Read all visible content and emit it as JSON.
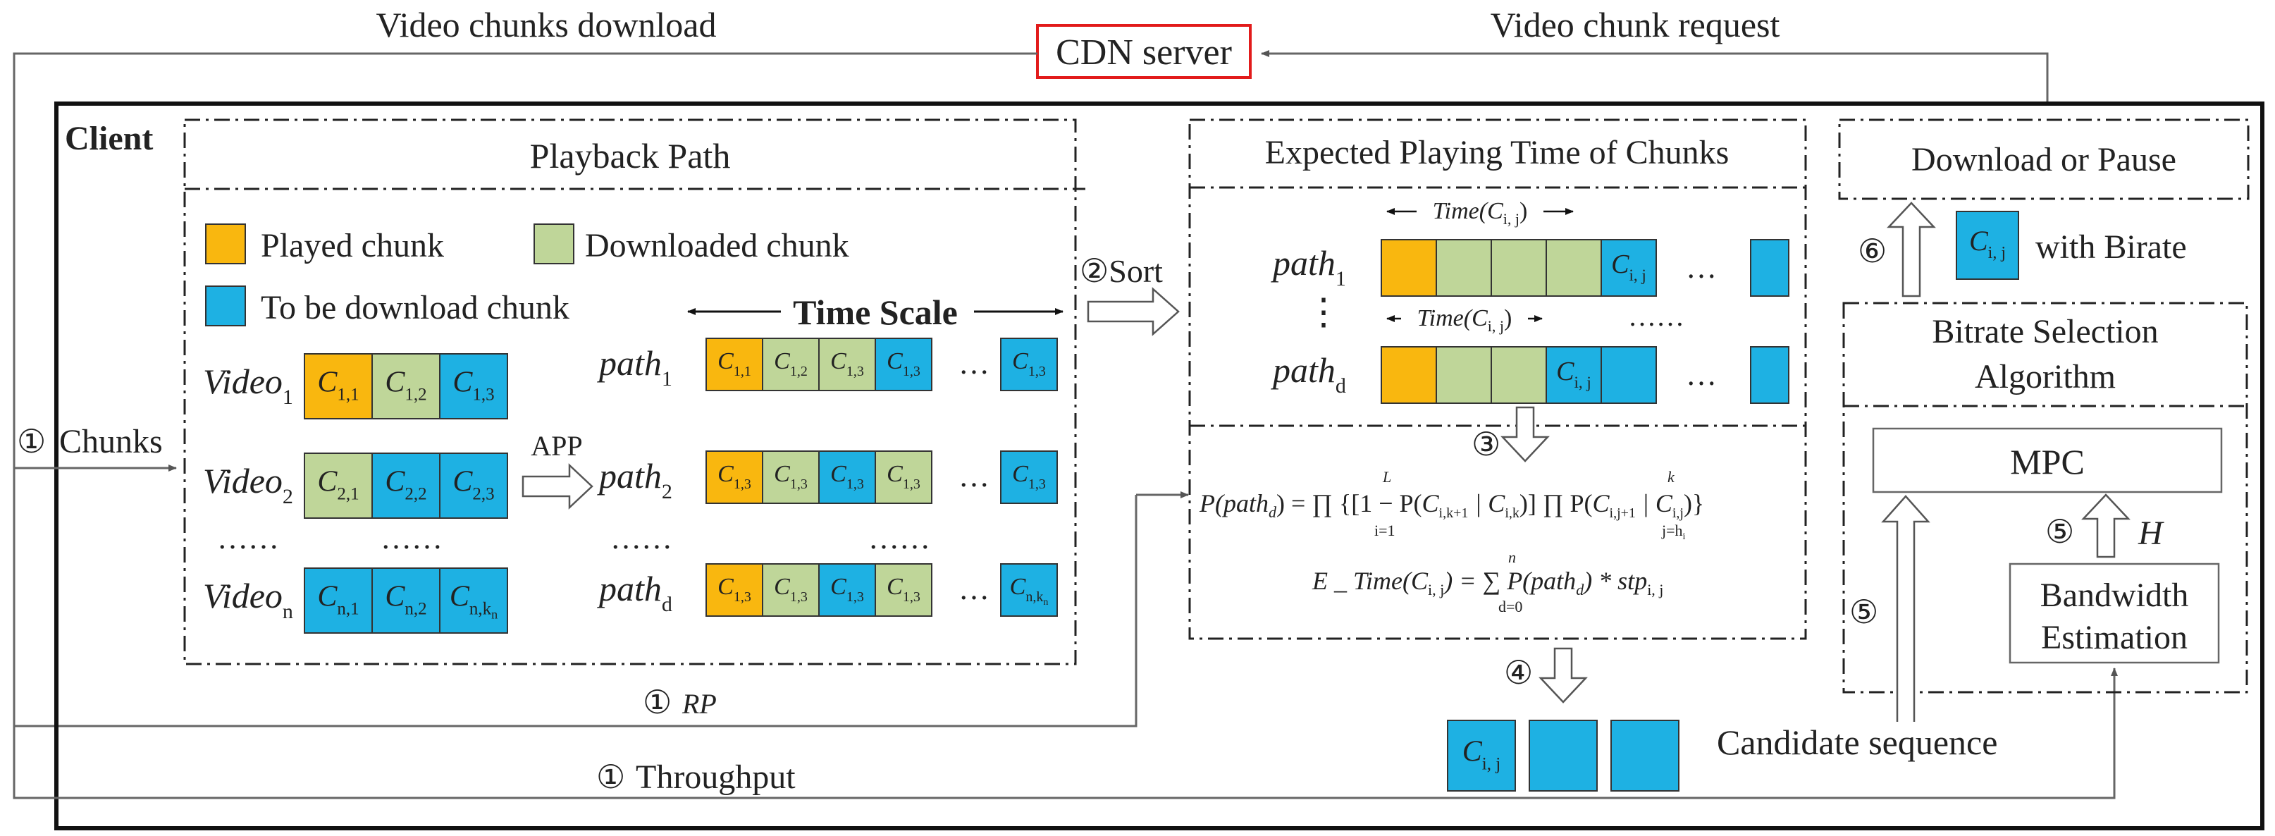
{
  "colors": {
    "played": "#F9B70F",
    "downloaded": "#BFD699",
    "to_download": "#1EB1E3",
    "cdn_border": "#E21B1B",
    "line": "#555555",
    "frame": "#111111"
  },
  "top": {
    "cdn_label": "CDN server",
    "download_label": "Video chunks download",
    "request_label": "Video chunk request"
  },
  "client": {
    "label": "Client"
  },
  "playback": {
    "title": "Playback Path",
    "legend_played": "Played chunk",
    "legend_downloaded": "Downloaded  chunk",
    "legend_to_download": "To be download chunk",
    "time_scale": "Time Scale",
    "app_label": "APP",
    "dots": "……",
    "ellipsis": "…",
    "video_name": "Video",
    "path_name": "path",
    "video_subs": [
      "1",
      "2",
      "n"
    ],
    "path_subs": [
      "1",
      "2",
      "d"
    ],
    "videos": [
      [
        {
          "base": "C",
          "sub": "1,1",
          "state": "played"
        },
        {
          "base": "C",
          "sub": "1,2",
          "state": "downloaded"
        },
        {
          "base": "C",
          "sub": "1,3",
          "state": "to_download"
        }
      ],
      [
        {
          "base": "C",
          "sub": "2,1",
          "state": "downloaded"
        },
        {
          "base": "C",
          "sub": "2,2",
          "state": "to_download"
        },
        {
          "base": "C",
          "sub": "2,3",
          "state": "to_download"
        }
      ],
      [
        {
          "base": "C",
          "sub": "n,1",
          "state": "to_download"
        },
        {
          "base": "C",
          "sub": "n,2",
          "state": "to_download"
        },
        {
          "base": "C",
          "sub": "n,k",
          "subsub": "n",
          "state": "to_download"
        }
      ]
    ],
    "paths": [
      [
        {
          "base": "C",
          "sub": "1,1",
          "state": "played"
        },
        {
          "base": "C",
          "sub": "1,2",
          "state": "downloaded"
        },
        {
          "base": "C",
          "sub": "1,3",
          "state": "downloaded"
        },
        {
          "base": "C",
          "sub": "1,3",
          "state": "to_download"
        }
      ],
      [
        {
          "base": "C",
          "sub": "1,3",
          "state": "played"
        },
        {
          "base": "C",
          "sub": "1,3",
          "state": "downloaded"
        },
        {
          "base": "C",
          "sub": "1,3",
          "state": "to_download"
        },
        {
          "base": "C",
          "sub": "1,3",
          "state": "downloaded"
        }
      ],
      [
        {
          "base": "C",
          "sub": "1,3",
          "state": "played"
        },
        {
          "base": "C",
          "sub": "1,3",
          "state": "downloaded"
        },
        {
          "base": "C",
          "sub": "1,3",
          "state": "to_download"
        },
        {
          "base": "C",
          "sub": "1,3",
          "state": "downloaded"
        }
      ]
    ],
    "path_tails": [
      {
        "base": "C",
        "sub": "1,3",
        "state": "to_download"
      },
      {
        "base": "C",
        "sub": "1,3",
        "state": "to_download"
      },
      {
        "base": "C",
        "sub": "n,k",
        "subsub": "n",
        "state": "to_download"
      }
    ]
  },
  "steps": {
    "s1_chunks_num": "①",
    "s1_chunks_text": "Chunks",
    "s2": "②Sort",
    "s3": "③",
    "s4": "④",
    "s5": "⑤",
    "s6": "⑥",
    "rp_num": "①",
    "rp_text": "RP",
    "throughput_num": "①",
    "throughput_text": "Throughput"
  },
  "expected": {
    "title": "Expected Playing Time of Chunks",
    "path_name": "path",
    "path_subs": [
      "1",
      "d"
    ],
    "time_fn": "Time",
    "cij_base": "C",
    "cij_sub": "i, j",
    "vdots": "⋮",
    "formula_p_lhs": "P",
    "formula_path_sub": "d",
    "formula_p_rhs": "= ∏",
    "formula_lower_i": "i=1",
    "formula_upper_L": "L",
    "formula_one_minus": "1 − P",
    "formula_k_arg": "C",
    "formula_j_lower": "j=h",
    "formula_j_lower_sub": "i",
    "formula_j_upper": "k",
    "formula_e_lhs": "E _ Time",
    "formula_sum_lower": "d=0",
    "formula_sum_upper": "n",
    "formula_e_rhs": "P(path",
    "formula_stp": "stp"
  },
  "right": {
    "download_pause": "Download or Pause",
    "with_birate": "with Birate",
    "bitrate_line1": "Bitrate Selection",
    "bitrate_line2": "Algorithm",
    "mpc": "MPC",
    "h_label": "H",
    "bw_line1": "Bandwidth",
    "bw_line2": "Estimation",
    "candidate": "Candidate sequence"
  }
}
